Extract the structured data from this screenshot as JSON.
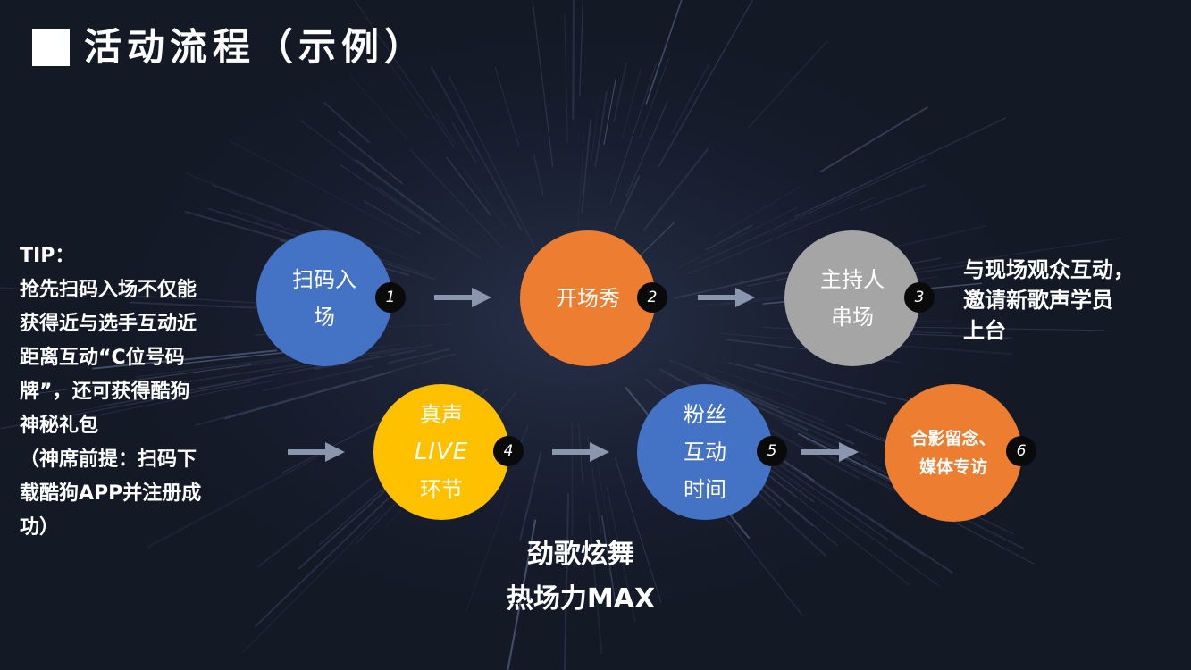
{
  "title": "活动流程（示例）",
  "tip": {
    "lines": [
      "TIP：",
      "抢先扫码入场不仅能",
      "获得近与选手互动近",
      "距离互动“C位号码",
      "牌”，还可获得酷狗",
      "神秘礼包",
      "（神席前提：扫码下",
      "载酷狗APP并注册成",
      "功）"
    ]
  },
  "steps": [
    {
      "number": "1",
      "lines": [
        "扫码入",
        "场"
      ],
      "color": "#4472c4"
    },
    {
      "number": "2",
      "lines": [
        "开场秀"
      ],
      "color": "#ed7d31"
    },
    {
      "number": "3",
      "lines": [
        "主持人",
        "串场"
      ],
      "color": "#a5a5a5"
    },
    {
      "number": "4",
      "lines": [
        "真声",
        "LIVE",
        "环节"
      ],
      "color": "#ffc000"
    },
    {
      "number": "5",
      "lines": [
        "粉丝",
        "互动",
        "时间"
      ],
      "color": "#4472c4"
    },
    {
      "number": "6",
      "lines": [
        "合影留念、",
        "媒体专访"
      ],
      "color": "#ed7d31"
    }
  ],
  "side_note": {
    "lines": [
      "与现场观众互动，",
      "邀请新歌声学员",
      "上台"
    ]
  },
  "bottom_caption": {
    "lines": [
      "劲歌炫舞",
      "热场力MAX"
    ]
  },
  "colors": {
    "arrow": "#8a96ad",
    "number_badge": "#0a0a0a",
    "background": "#141926"
  }
}
